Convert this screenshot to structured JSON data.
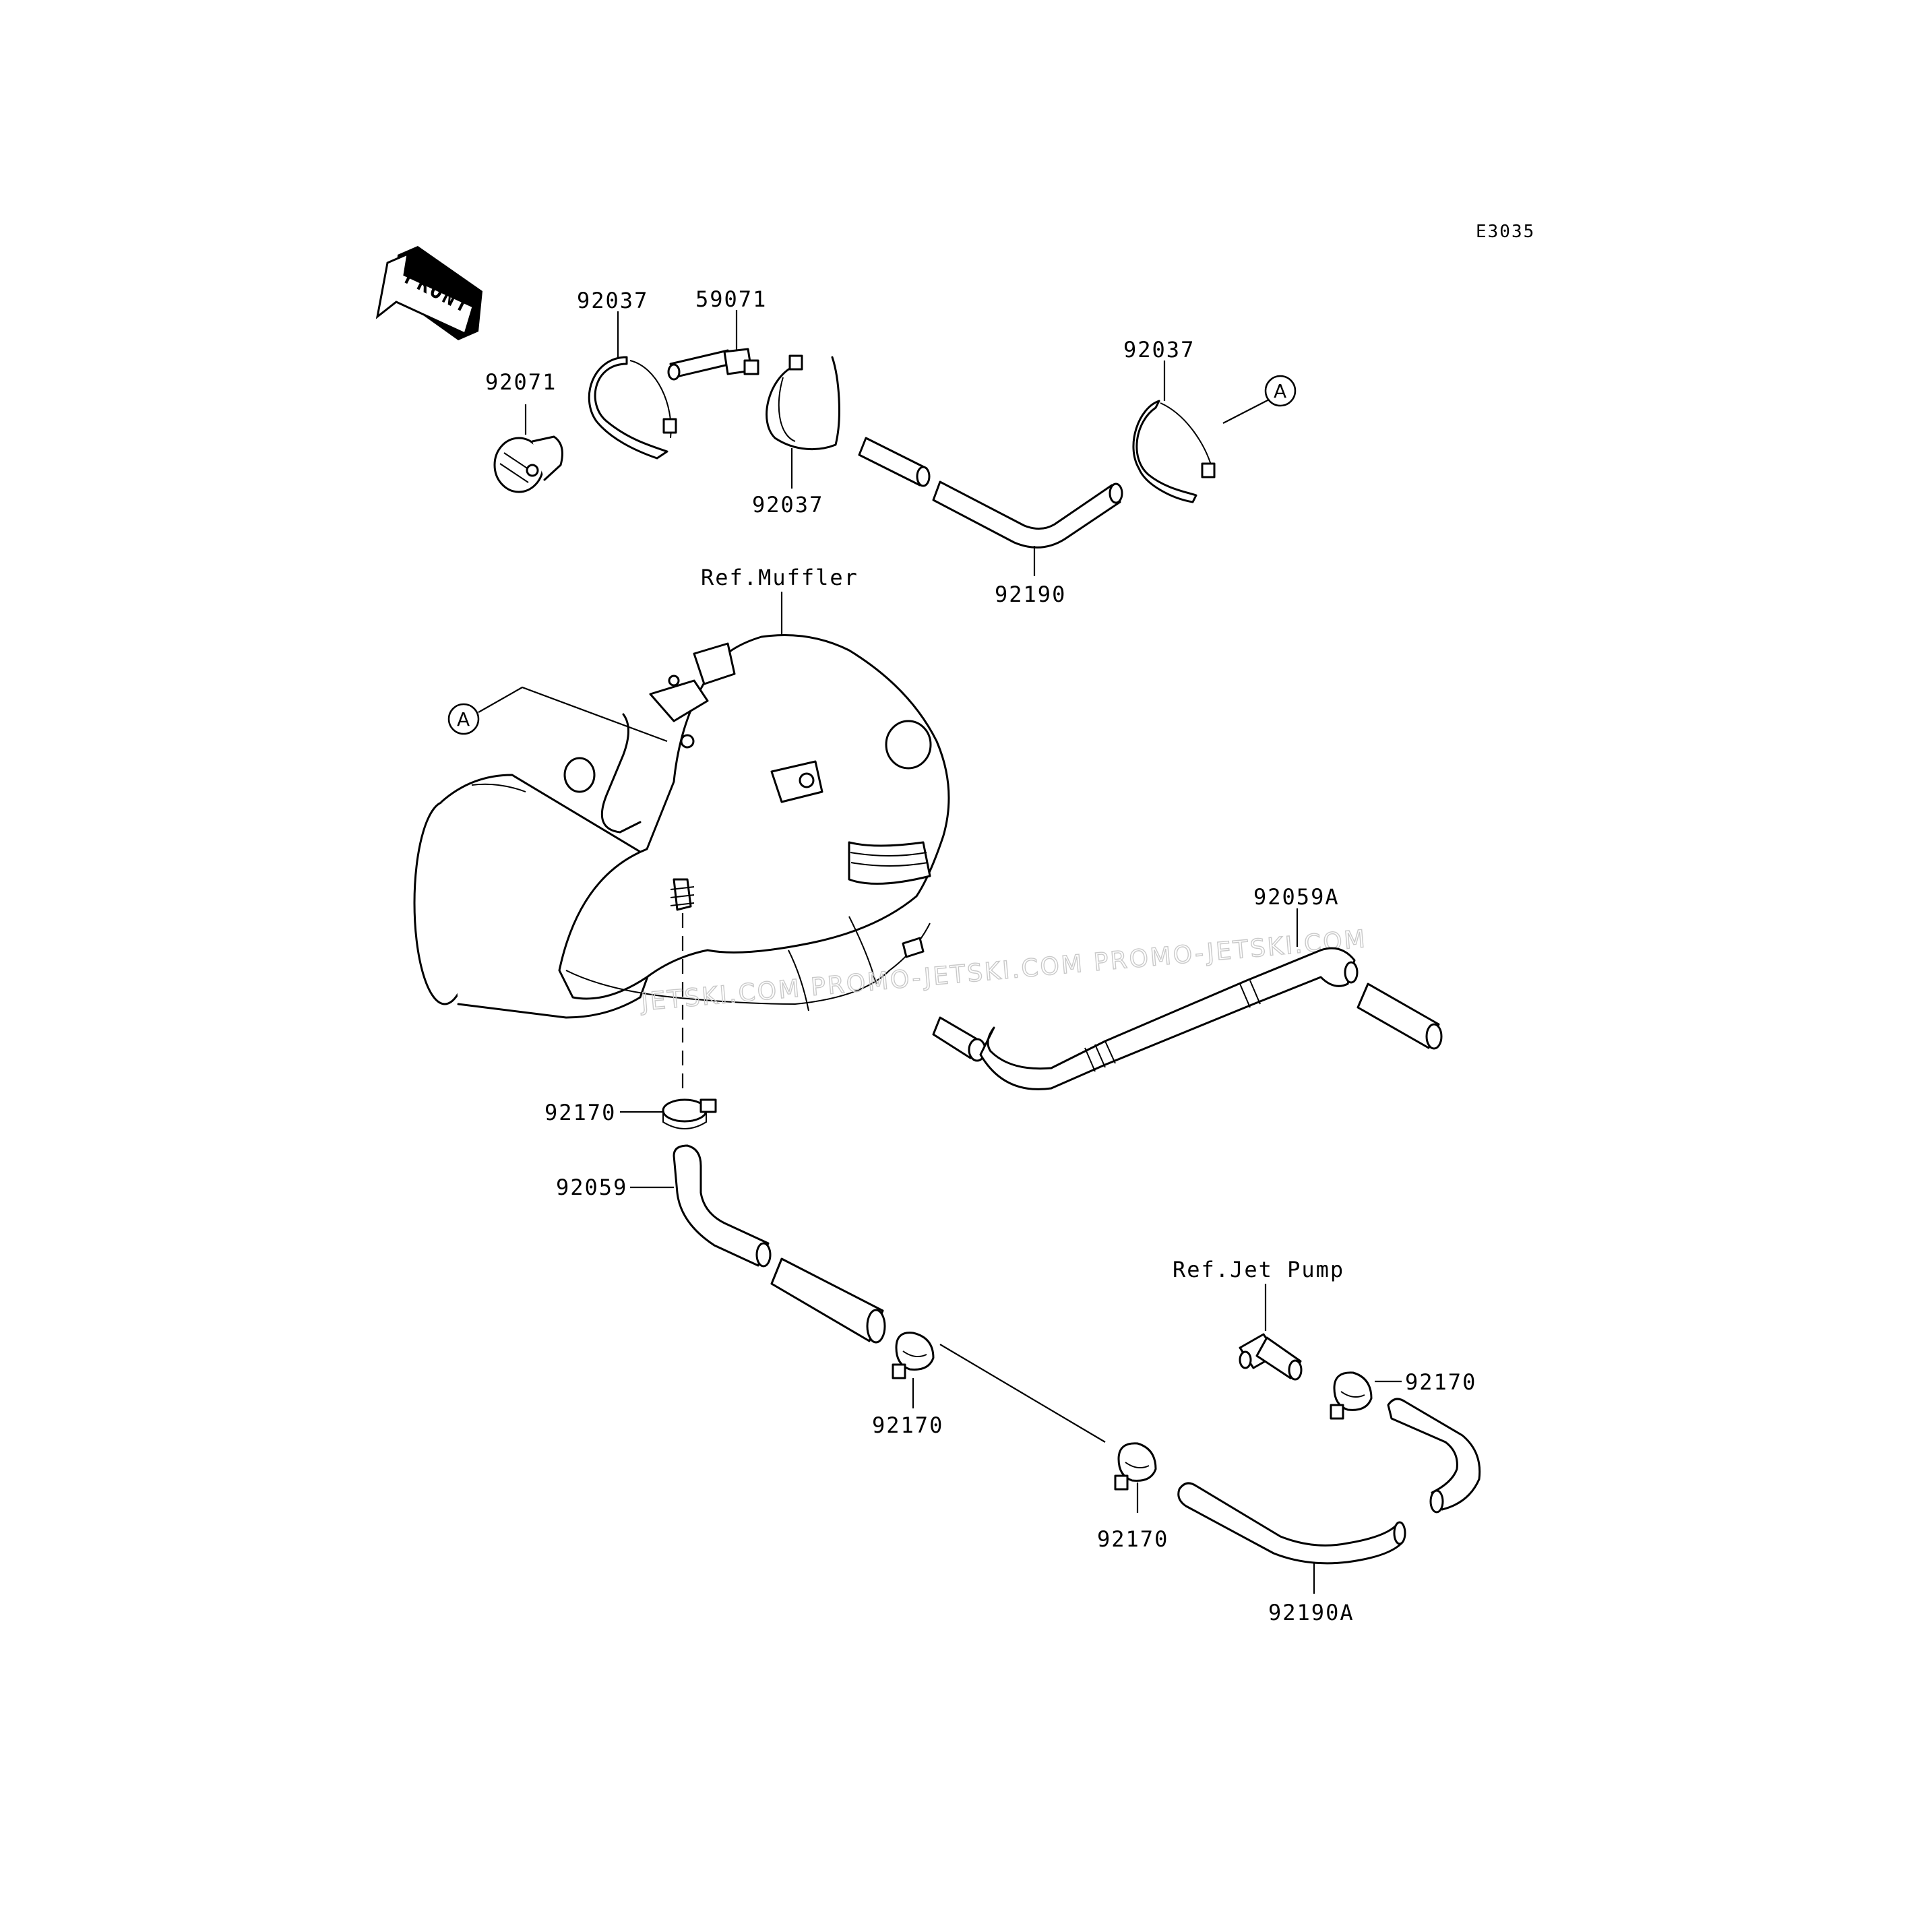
{
  "diagram": {
    "code": "E3035",
    "front_arrow": "FRONT",
    "ref_labels": {
      "muffler": "Ref.Muffler",
      "jet_pump": "Ref.Jet Pump"
    },
    "callout_a": "A",
    "parts": {
      "p92071": "92071",
      "p92037_top": "92037",
      "p59071": "59071",
      "p92037_bottom": "92037",
      "p92037_right": "92037",
      "p92190": "92190",
      "p92059A": "92059A",
      "p92170_muffler": "92170",
      "p92059": "92059",
      "p92170_mid": "92170",
      "p92170_low": "92170",
      "p92170_pump": "92170",
      "p92190A": "92190A"
    },
    "watermark": "JETSKI.COM PROMO-JETSKI.COM PROMO-JETSKI.COM"
  }
}
